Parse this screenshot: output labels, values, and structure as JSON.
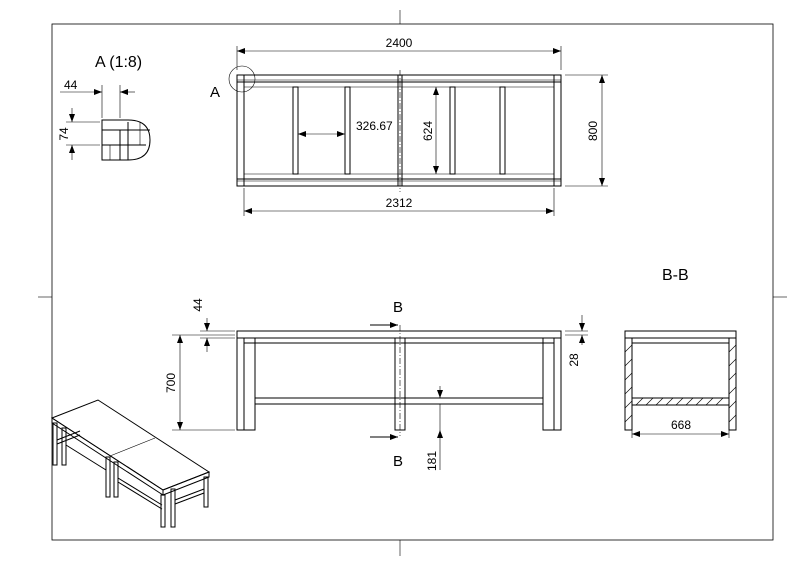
{
  "drawing": {
    "top_view": {
      "overall_length": "2400",
      "inner_length": "2312",
      "depth": "800",
      "inner_depth": "624",
      "bay_spacing": "326.67",
      "detail_callout": "A"
    },
    "detail": {
      "title": "A (1:8)",
      "width": "44",
      "height": "74"
    },
    "front_view": {
      "height": "700",
      "top_thickness": "44",
      "section_marker_top": "B",
      "section_marker_bottom": "B",
      "rail_offset": "181",
      "plate_thickness": "28"
    },
    "section_view": {
      "title": "B-B",
      "inner_width": "668"
    }
  }
}
